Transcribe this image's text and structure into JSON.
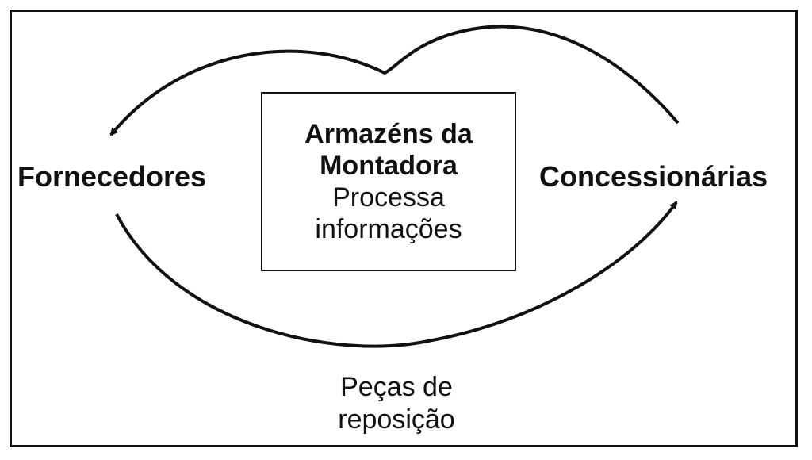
{
  "center": {
    "title_line1": "Armazéns da",
    "title_line2": "Montadora",
    "sub_line1": "Processa",
    "sub_line2": "informações"
  },
  "nodes": {
    "left": "Fornecedores",
    "right": "Concessionárias"
  },
  "bottom_label": {
    "line1": "Peças de",
    "line2": "reposição"
  },
  "colors": {
    "stroke": "#111111",
    "background": "#ffffff"
  }
}
